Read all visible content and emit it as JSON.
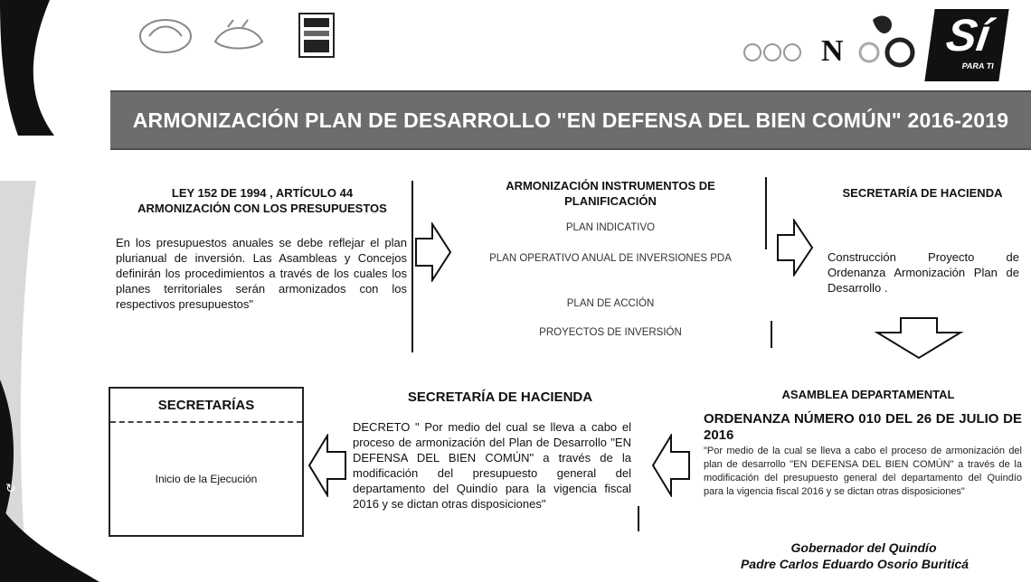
{
  "logos": {
    "right_text": "N",
    "si_mark": "Sí",
    "si_sub": "PARA TI"
  },
  "title": "ARMONIZACIÓN PLAN DE DESARROLLO \"EN DEFENSA DEL BIEN COMÚN\" 2016-2019",
  "law": {
    "title": "LEY 152 DE 1994 , ARTÍCULO 44 ARMONIZACIÓN CON LOS PRESUPUESTOS",
    "text": "En los presupuestos anuales se debe reflejar el plan plurianual de inversión. Las Asambleas y Concejos definirán los procedimientos a través de los cuales los planes territoriales serán armonizados con los respectivos presupuestos\""
  },
  "instruments": {
    "title": "ARMONIZACIÓN INSTRUMENTOS DE PLANIFICACIÓN",
    "items": [
      "PLAN INDICATIVO",
      "PLAN OPERATIVO ANUAL DE INVERSIONES PDA",
      "PLAN DE ACCIÓN",
      "PROYECTOS DE INVERSIÓN"
    ]
  },
  "hacienda_top": {
    "title": "SECRETARÍA DE HACIENDA",
    "text": "Construcción Proyecto de Ordenanza Armonización Plan de Desarrollo ."
  },
  "asamblea": {
    "title": "ASAMBLEA DEPARTAMENTAL",
    "ordinance": "ORDENANZA NÚMERO 010 DEL 26 DE JULIO DE 2016",
    "text": "\"Por medio de la cual se lleva a cabo el proceso de armonización del plan de desarrollo \"EN DEFENSA DEL BIEN COMÚN\" a través de la modificación del presupuesto general del departamento del Quindío para la vigencia fiscal 2016 y se dictan otras disposiciones\"",
    "governor_role": "Gobernador del Quindío",
    "governor_name": "Padre Carlos Eduardo Osorio Buriticá"
  },
  "hacienda_bottom": {
    "title": "SECRETARÍA DE HACIENDA",
    "text": "DECRETO \" Por medio del cual se lleva a cabo el proceso de armonización del Plan de Desarrollo \"EN DEFENSA DEL BIEN COMÚN\" a través de la modificación del presupuesto general del departamento del Quindío para la vigencia fiscal 2016 y se dictan otras disposiciones\""
  },
  "secretarias": {
    "title": "SECRETARÍAS",
    "text": "Inicio de la Ejecución"
  }
}
